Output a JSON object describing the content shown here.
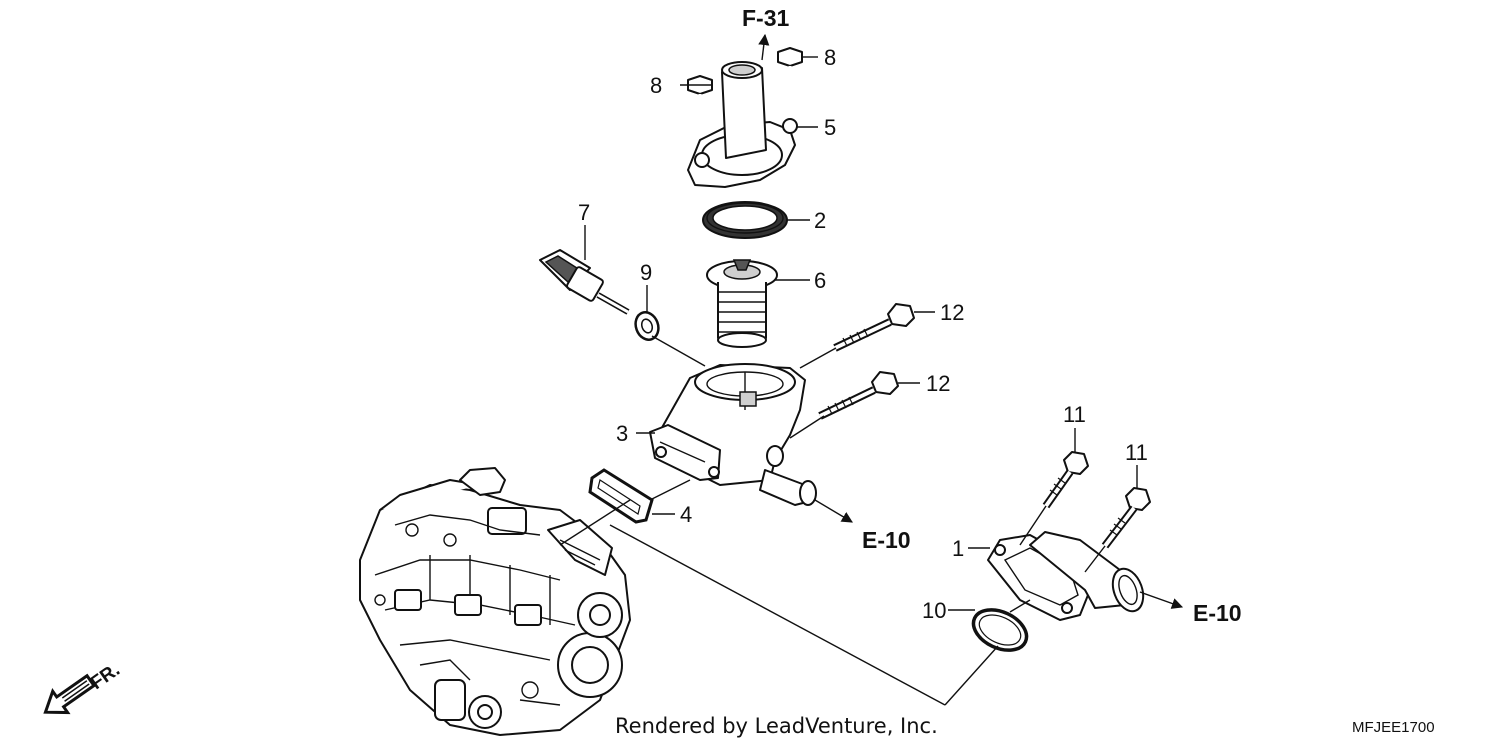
{
  "diagram": {
    "callouts": [
      "1",
      "2",
      "3",
      "4",
      "5",
      "6",
      "7",
      "8",
      "9",
      "10",
      "11",
      "12"
    ],
    "references": {
      "f31": "F-31",
      "e10": "E-10"
    },
    "direction_label": "FR.",
    "credit": "Rendered by LeadVenture, Inc.",
    "diagram_code": "MFJEE1700"
  }
}
